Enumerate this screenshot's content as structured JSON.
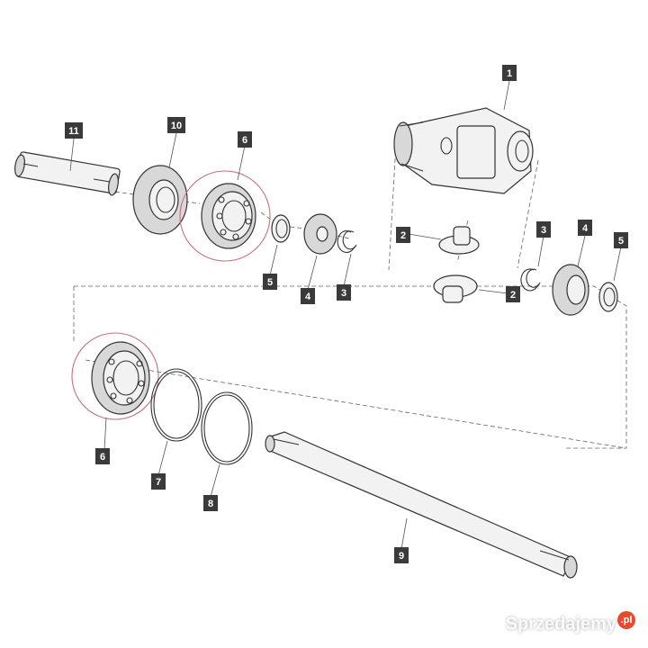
{
  "diagram": {
    "labels": [
      "1",
      "2",
      "2",
      "3",
      "3",
      "4",
      "4",
      "5",
      "5",
      "6",
      "6",
      "7",
      "8",
      "9",
      "10",
      "11"
    ],
    "highlight_color": "#c9707a",
    "callout_color": "#3a3a3a"
  },
  "watermark": {
    "text": "Sprzedajemy",
    "suffix": ".pl"
  }
}
